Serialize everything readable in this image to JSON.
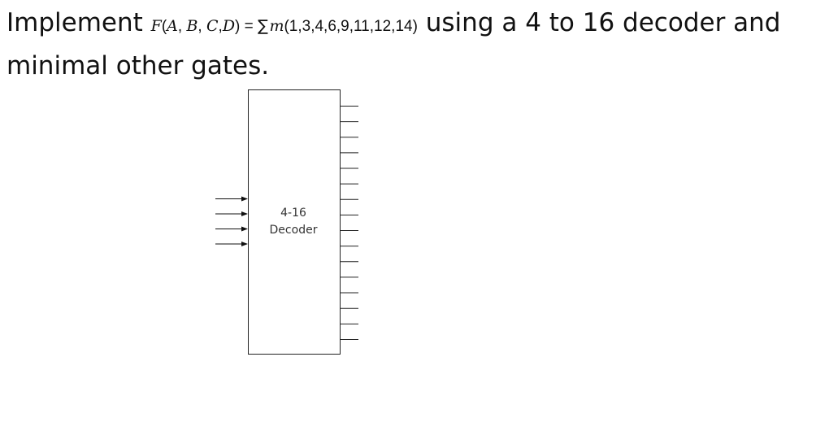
{
  "question": {
    "prefix": "Implement ",
    "func_name": "F",
    "open_paren": "(",
    "arg_a": "A",
    "arg_sep1": ", ",
    "arg_b": "B",
    "arg_sep2": ", ",
    "arg_c": "C",
    "arg_sep3": ",",
    "arg_d": "D",
    "close_paren_eq": ") = ",
    "sigma": "∑",
    "m": "m",
    "minterms": "(1,3,4,6,9,11,12,14)",
    "suffix_line1": " using a 4 to 16 decoder and",
    "line2": "minimal other gates."
  },
  "decoder": {
    "label_line1": "4-16",
    "label_line2": "Decoder",
    "input_count": 4,
    "output_count": 16
  }
}
